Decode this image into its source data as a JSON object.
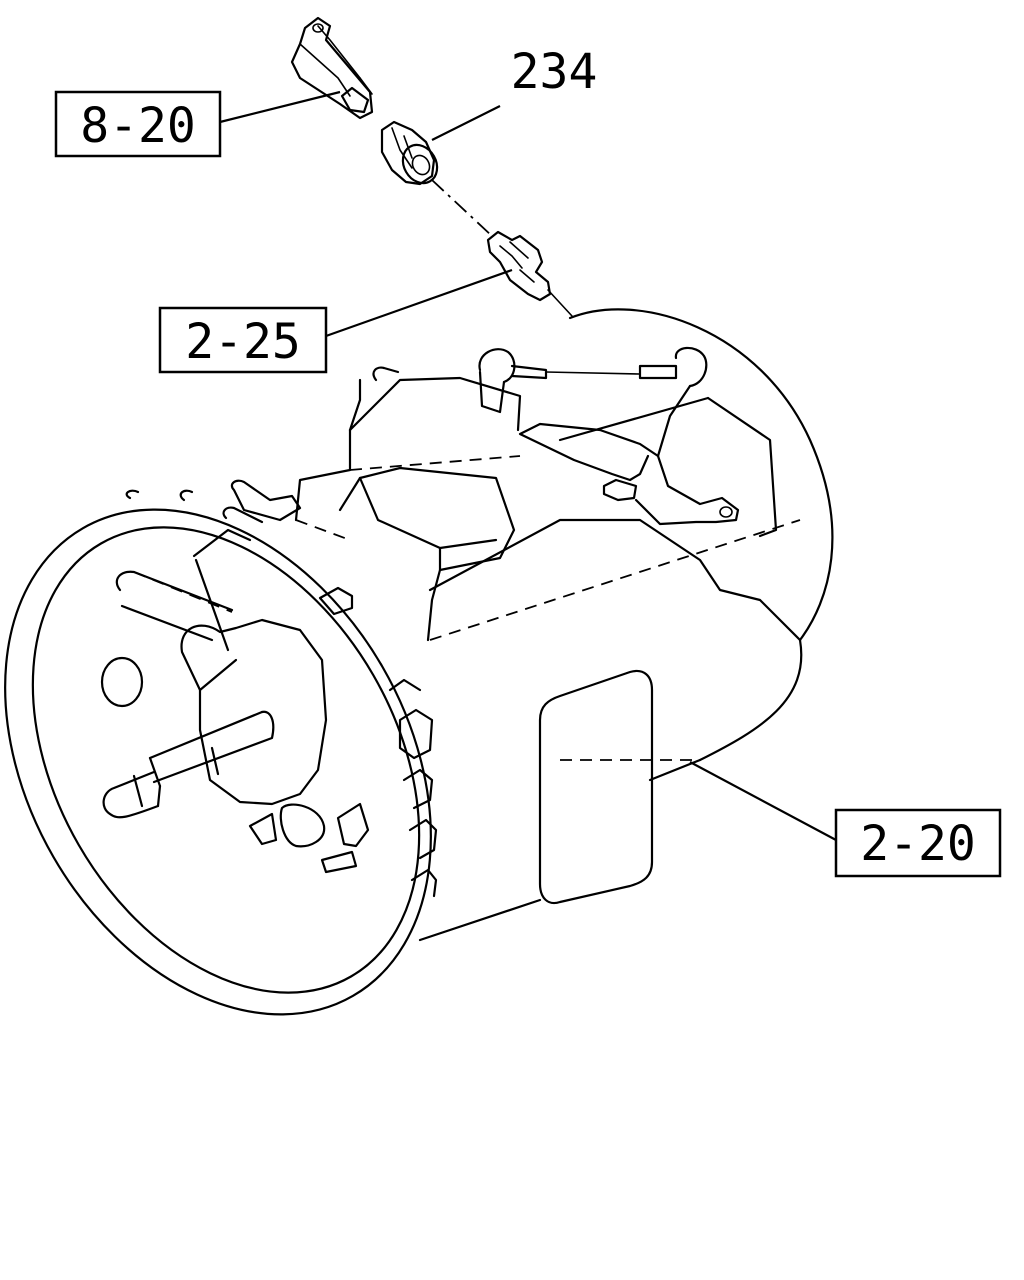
{
  "callouts": {
    "ref_8_20": "8-20",
    "part_234": "234",
    "ref_2_25": "2-25",
    "ref_2_20": "2-20"
  }
}
